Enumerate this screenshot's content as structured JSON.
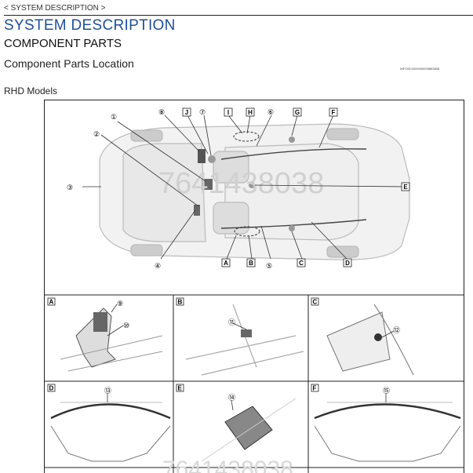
{
  "header": {
    "breadcrumb": "< SYSTEM DESCRIPTION >",
    "title": "SYSTEM DESCRIPTION",
    "subtitle": "COMPONENT PARTS",
    "section": "Component Parts Location",
    "info_id": "INFOID:0000000009883806",
    "models": "RHD Models"
  },
  "figure": {
    "watermark": "7641438038",
    "number_callouts": [
      "①",
      "②",
      "③",
      "④",
      "⑤",
      "⑥",
      "⑦",
      "⑧"
    ],
    "letter_callouts": [
      "A",
      "B",
      "C",
      "D",
      "E",
      "F",
      "G",
      "H",
      "I",
      "J"
    ],
    "panels": [
      {
        "label": "A",
        "callouts": [
          "⑨",
          "⑩"
        ]
      },
      {
        "label": "B",
        "callouts": [
          "⑪"
        ]
      },
      {
        "label": "C",
        "callouts": [
          "⑫"
        ]
      },
      {
        "label": "D",
        "callouts": [
          "⑬"
        ]
      },
      {
        "label": "E",
        "callouts": [
          "⑭"
        ]
      },
      {
        "label": "F",
        "callouts": [
          "⑮"
        ]
      }
    ]
  }
}
